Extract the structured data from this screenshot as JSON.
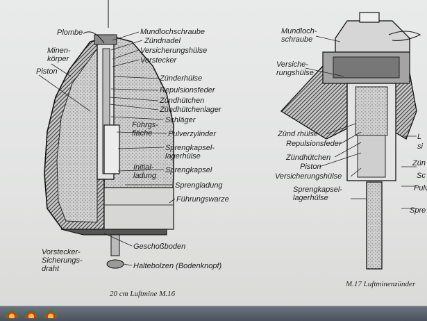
{
  "left_figure": {
    "caption": "20 cm Luftmine M.16",
    "labels": {
      "plombe": "Plombe",
      "minenkorper": "Minen-\nkörper",
      "piston": "Piston",
      "mundlochschraube": "Mundlochschraube",
      "zundnadel": "Zündnadel",
      "versicherungshulse": "Versicherungshülse",
      "vorstecker": "Vorstecker",
      "zunderhulse": "Zünderhülse",
      "repulsionsfeder": "Repulsionsfeder",
      "zundhutchen": "Zündhütchen",
      "zundhutchenlager": "Zündhütchenlager",
      "schlager": "Schläger",
      "fuhrungsflache": "Führgs-\nfläche",
      "pulverzylinder": "Pulverzylinder",
      "sprengkapsel_lagerhulse": "Sprengkapsel-\nlagerhülse",
      "sprengkapsel": "Sprengkapsel",
      "initialladung": "Initial-\nladung",
      "sprengladung": "Sprengladung",
      "fuhrungswarze": "Führungswarze",
      "geschossboden": "Geschoßboden",
      "vorstecker_sicherungsdraht": "Vorstecker-\nSicherungs-\ndraht",
      "haltebolzen": "Haltebolzen (Bodenknopf)"
    }
  },
  "right_figure": {
    "caption": "M.17 Luftminenzünder",
    "labels": {
      "mundlochschraube": "Mundloch-\nschraube",
      "versicherungshulse": "Versiche-\nrungshülse",
      "zundrhulse": "Zünd rhülse",
      "repulsionsfeder": "Repulsionsfeder",
      "zundhutchen": "Zündhütchen",
      "piston": "Piston",
      "versicherungshulse2": "Versicherungshülse",
      "sprengkapsel_lagerhulse": "Sprengkapsel-\nlagerhülse",
      "edge1": "L",
      "edge2": "si",
      "edge3": "Zün",
      "edge4": "Sc",
      "edge5": "Pulv",
      "edge6": "Spre"
    }
  },
  "colors": {
    "paper": "#e6e7e6",
    "ink": "#1d1d1d",
    "hatch_dark": "#3a3a3a",
    "stipple": "#9a9a9a",
    "taskbar": "#5a616b"
  },
  "taskbar_icons": [
    "browser-icon-1",
    "browser-icon-2",
    "browser-icon-3"
  ]
}
